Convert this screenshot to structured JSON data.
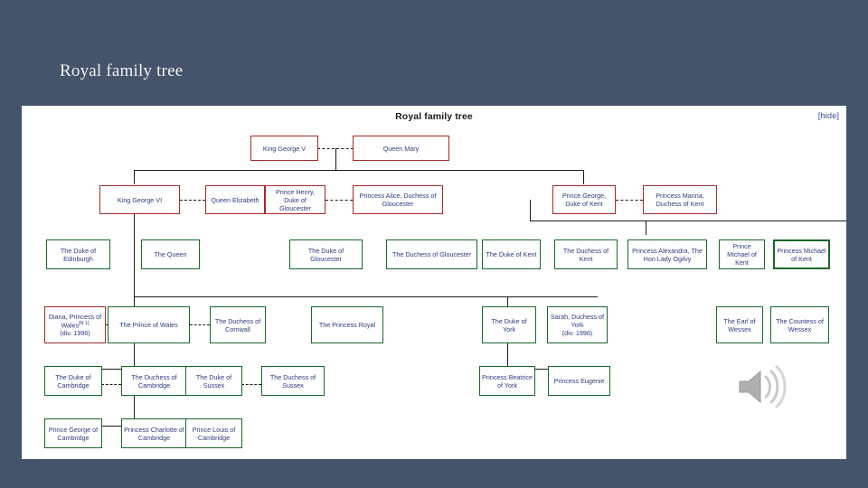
{
  "slide": {
    "title": "Royal family tree",
    "background_color": "#44546a",
    "canvas_color": "#ffffff"
  },
  "chart": {
    "title": "Royal family tree",
    "hide_label": "[hide]",
    "deceased_border_color": "#9e2b2b",
    "living_border_color": "#17682a",
    "text_color": "#2a3b7d"
  },
  "media": {
    "audio_icon": "speaker-icon"
  },
  "chart_data": {
    "type": "diagram",
    "title": "Royal family tree",
    "generations": [
      {
        "name": "generation-1",
        "nodes": [
          {
            "id": "king-george-v",
            "label": "King George V",
            "style": "red"
          },
          {
            "id": "queen-mary",
            "label": "Queen Mary",
            "style": "red"
          }
        ]
      },
      {
        "name": "generation-2",
        "nodes": [
          {
            "id": "king-george-vi",
            "label": "King George VI",
            "style": "red"
          },
          {
            "id": "queen-elizabeth",
            "label": "Queen Elizabeth",
            "style": "red"
          },
          {
            "id": "prince-henry-gloucester",
            "label": "Prince Henry, Duke of Gloucester",
            "style": "red"
          },
          {
            "id": "princess-alice-gloucester",
            "label": "Princess Alice, Duchess of Gloucester",
            "style": "red"
          },
          {
            "id": "prince-george-kent",
            "label": "Prince George, Duke of Kent",
            "style": "red"
          },
          {
            "id": "princess-marina-kent",
            "label": "Princess Marina, Duchess of Kent",
            "style": "red"
          }
        ]
      },
      {
        "name": "generation-3",
        "nodes": [
          {
            "id": "duke-of-edinburgh",
            "label": "The Duke of Edinburgh",
            "style": "green"
          },
          {
            "id": "the-queen",
            "label": "The Queen",
            "style": "green"
          },
          {
            "id": "duke-of-gloucester",
            "label": "The Duke of Gloucester",
            "style": "green"
          },
          {
            "id": "duchess-of-gloucester",
            "label": "The Duchess of Gloucester",
            "style": "green"
          },
          {
            "id": "duke-of-kent",
            "label": "The Duke of Kent",
            "style": "green"
          },
          {
            "id": "duchess-of-kent",
            "label": "The Duchess of Kent",
            "style": "green"
          },
          {
            "id": "princess-alexandra",
            "label": "Princess Alexandra, The Hon Lady Ogilvy",
            "style": "green"
          },
          {
            "id": "prince-michael-of-kent",
            "label": "Prince Michael of Kent",
            "style": "green"
          },
          {
            "id": "princess-michael-of-kent",
            "label": "Princess Michael of Kent",
            "style": "greenthick"
          }
        ]
      },
      {
        "name": "generation-4",
        "nodes": [
          {
            "id": "diana-princess-of-wales",
            "label": "Diana, Princess of Wales",
            "footnote": "[N 1]",
            "sublabel": "(div. 1996)",
            "style": "red"
          },
          {
            "id": "prince-of-wales",
            "label": "The Prince of Wales",
            "style": "green"
          },
          {
            "id": "duchess-of-cornwall",
            "label": "The Duchess of Cornwall",
            "style": "green"
          },
          {
            "id": "princess-royal",
            "label": "The Princess Royal",
            "style": "green"
          },
          {
            "id": "duke-of-york",
            "label": "The Duke of York",
            "style": "green"
          },
          {
            "id": "sarah-duchess-of-york",
            "label": "Sarah, Duchess of York",
            "sublabel": "(div. 1996)",
            "style": "green"
          },
          {
            "id": "earl-of-wessex",
            "label": "The Earl of Wessex",
            "style": "green"
          },
          {
            "id": "countess-of-wessex",
            "label": "The Countess of Wessex",
            "style": "green"
          }
        ]
      },
      {
        "name": "generation-5",
        "nodes": [
          {
            "id": "duke-of-cambridge",
            "label": "The Duke of Cambridge",
            "style": "green"
          },
          {
            "id": "duchess-of-cambridge",
            "label": "The Duchess of Cambridge",
            "style": "green"
          },
          {
            "id": "duke-of-sussex",
            "label": "The Duke of Sussex",
            "style": "green"
          },
          {
            "id": "duchess-of-sussex",
            "label": "The Duchess of Sussex",
            "style": "green"
          },
          {
            "id": "princess-beatrice-of-york",
            "label": "Princess Beatrice of York",
            "style": "green"
          },
          {
            "id": "princess-eugenie",
            "label": "Princess Eugenie",
            "style": "green"
          }
        ]
      },
      {
        "name": "generation-6",
        "nodes": [
          {
            "id": "prince-george-of-cambridge",
            "label": "Prince George of Cambridge",
            "style": "green"
          },
          {
            "id": "princess-charlotte-of-cambridge",
            "label": "Princess Charlotte of Cambridge",
            "style": "green"
          },
          {
            "id": "prince-louis-of-cambridge",
            "label": "Prince Louis of Cambridge",
            "style": "green"
          }
        ]
      }
    ]
  }
}
